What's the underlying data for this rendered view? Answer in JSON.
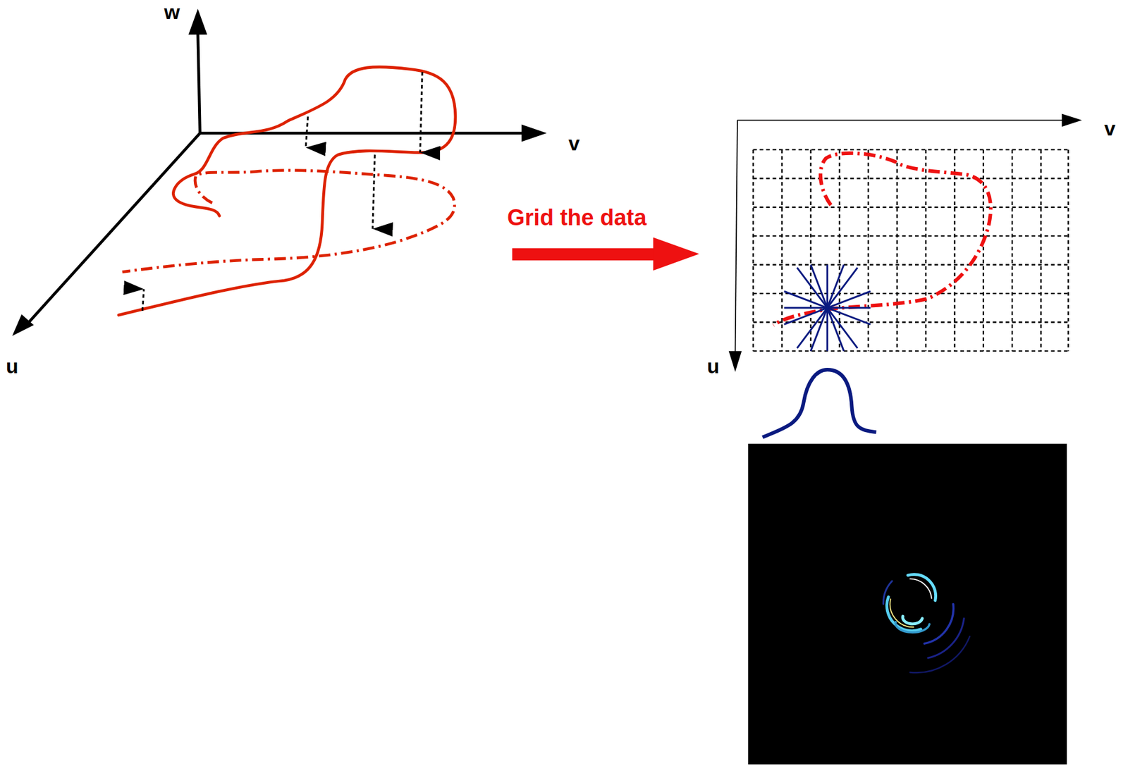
{
  "diagram": {
    "labels": [
      "w",
      "v",
      "u",
      "Grid the data",
      "v",
      "u"
    ]
  }
}
